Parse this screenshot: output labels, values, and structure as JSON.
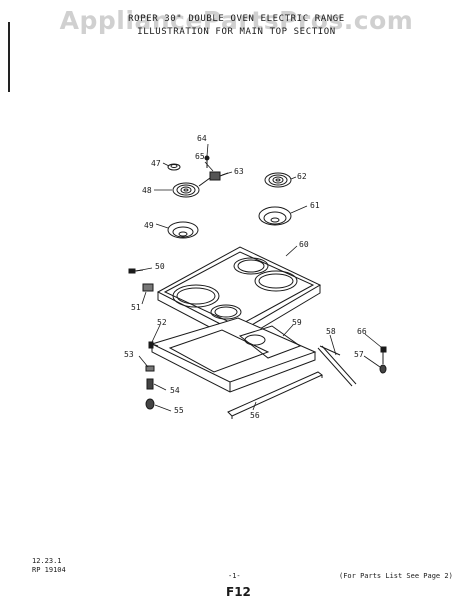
{
  "watermark": "AppliancePartsPros.com",
  "title": {
    "line1": "ROPER 30\" DOUBLE OVEN ELECTRIC RANGE",
    "line2": "ILLUSTRATION FOR MAIN TOP SECTION"
  },
  "callouts": {
    "c47": "47",
    "c48": "48",
    "c49": "49",
    "c50": "50",
    "c51": "51",
    "c52": "52",
    "c53": "53",
    "c54": "54",
    "c55": "55",
    "c56": "56",
    "c57": "57",
    "c58": "58",
    "c59": "59",
    "c60": "60",
    "c61": "61",
    "c62": "62",
    "c63": "63",
    "c64": "64",
    "c65": "65",
    "c66": "66"
  },
  "footer": {
    "code1": "12.23.1",
    "code2": "RP 19104",
    "page": "-1-",
    "parts_note": "(For Parts List See Page 2)",
    "figure": "F12"
  }
}
